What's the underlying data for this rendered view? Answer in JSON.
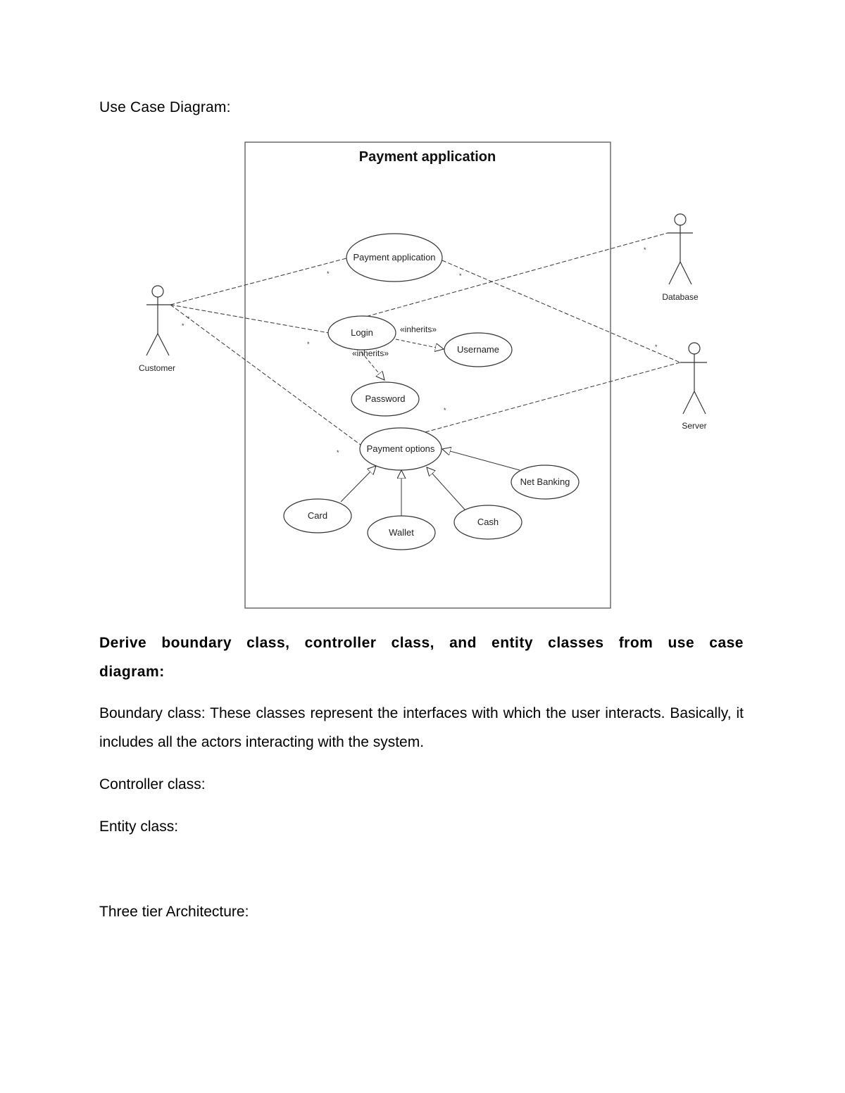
{
  "document": {
    "use_case_heading": "Use Case Diagram:",
    "derive_heading": "Derive boundary class, controller class, and entity classes from use case diagram:",
    "boundary_paragraph": "Boundary class: These classes represent the interfaces with which the user interacts. Basically, it includes all the actors interacting with the system.",
    "controller_label": "Controller class:",
    "entity_label": "Entity class:",
    "three_tier_label": "Three tier Architecture:"
  },
  "diagram": {
    "system_title": "Payment application",
    "actors": {
      "customer": "Customer",
      "database": "Database",
      "server": "Server"
    },
    "use_cases": {
      "payment_application": "Payment application",
      "login": "Login",
      "username": "Username",
      "password": "Password",
      "payment_options": "Payment options",
      "net_banking": "Net Banking",
      "card": "Card",
      "wallet": "Wallet",
      "cash": "Cash"
    },
    "stereotypes": {
      "login_username": "«inherits»",
      "login_password": "«inherits»"
    },
    "multiplicity": "*"
  }
}
